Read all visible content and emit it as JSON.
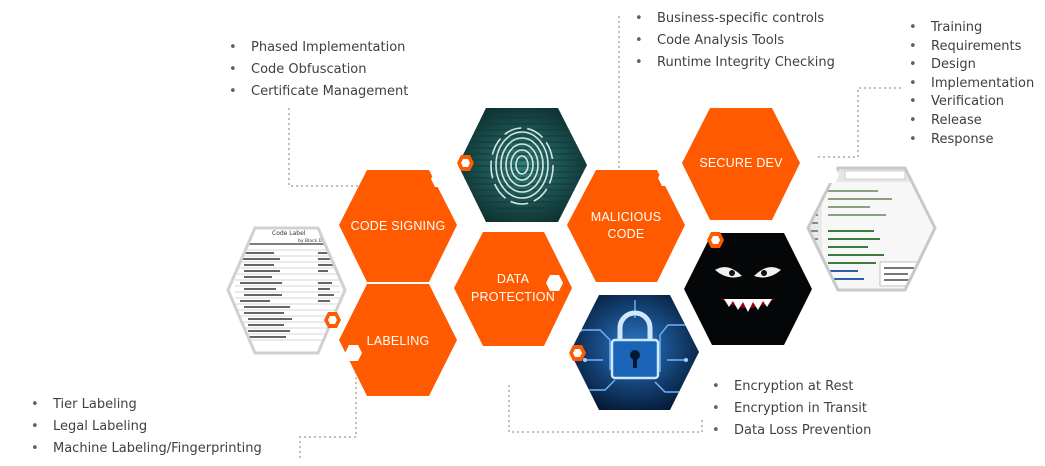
{
  "hexagons": {
    "code_signing": "CODE SIGNING",
    "labeling": "LABELING",
    "data_protection": [
      "DATA",
      "PROTECTION"
    ],
    "malicious_code": [
      "MALICIOUS",
      "CODE"
    ],
    "secure_dev": "SECURE DEV"
  },
  "lists": {
    "code_signing": [
      "Phased Implementation",
      "Code Obfuscation",
      "Certificate Management"
    ],
    "malicious_code": [
      "Business-specific controls",
      "Code Analysis Tools",
      "Runtime Integrity Checking"
    ],
    "secure_dev": [
      "Training",
      "Requirements",
      "Design",
      "Implementation",
      "Verification",
      "Release",
      "Response"
    ],
    "labeling": [
      "Tier Labeling",
      "Legal Labeling",
      "Machine Labeling/Fingerprinting"
    ],
    "data_protection": [
      "Encryption at Rest",
      "Encryption in Transit",
      "Data Loss Prevention"
    ]
  },
  "document": {
    "title": "Code Label",
    "by": "by Black Duck"
  },
  "colors": {
    "orange": "#ff5a00",
    "connector": "#bfbfbf",
    "bullet_text": "#404040"
  }
}
